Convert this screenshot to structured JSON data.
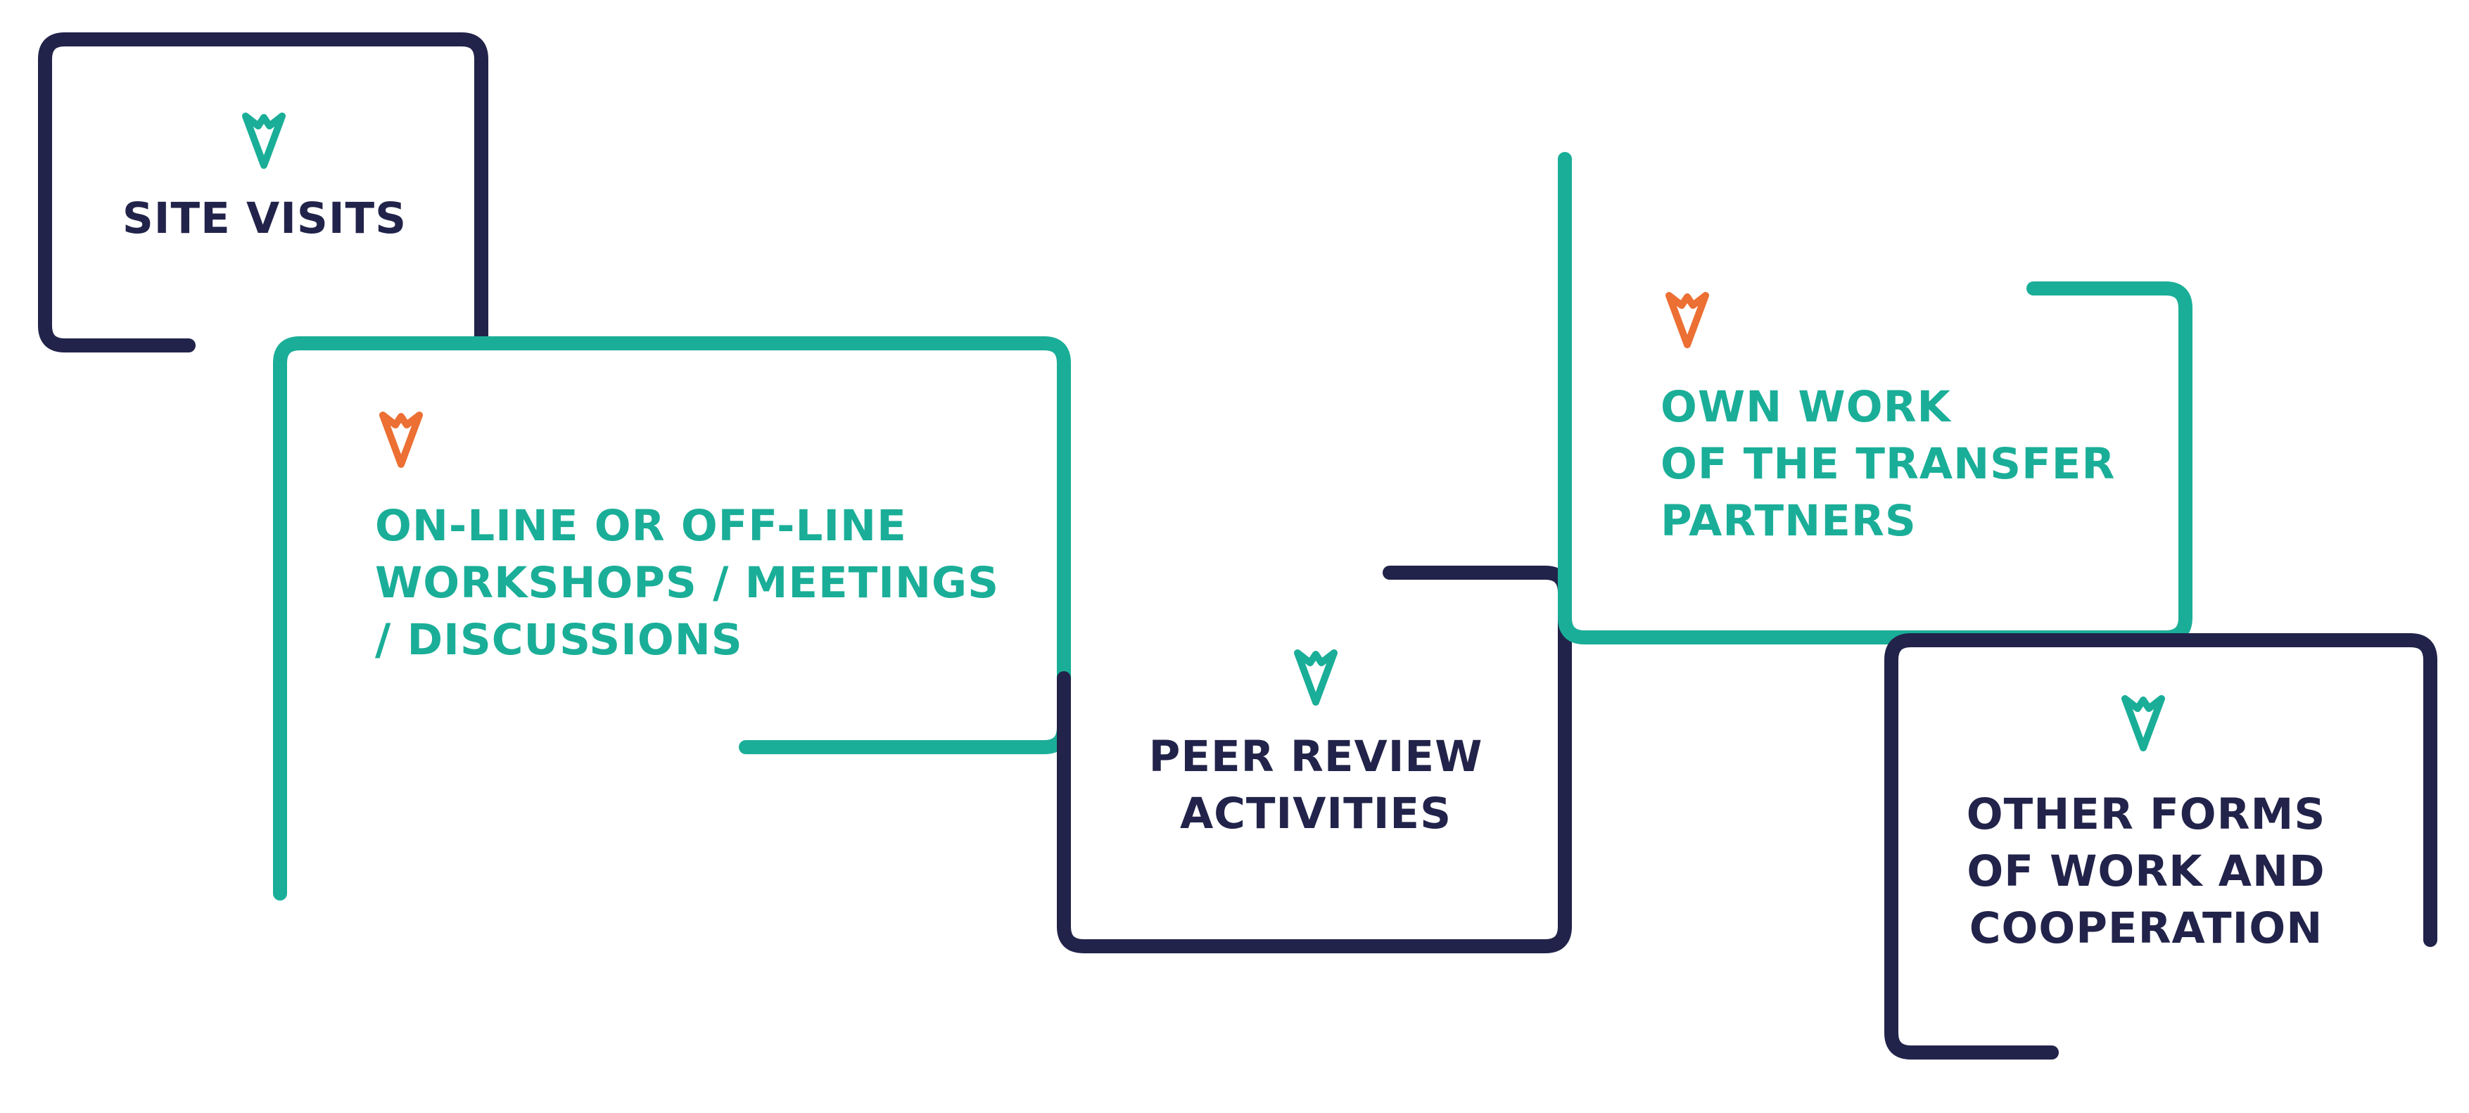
{
  "colors": {
    "navy": "#22234a",
    "teal": "#1aae98",
    "orange": "#ec6f33",
    "background": "#ffffff"
  },
  "boxes": [
    {
      "id": "site-visits",
      "lines": [
        "SITE VISITS"
      ],
      "border_color": "navy",
      "text_color": "navy",
      "icon": "arrowhead-pointer-icon",
      "icon_color": "teal"
    },
    {
      "id": "workshops",
      "lines": [
        "ON-LINE OR OFF-LINE",
        "WORKSHOPS / MEETINGS",
        "/ DISCUSSIONS"
      ],
      "border_color": "teal",
      "text_color": "teal",
      "icon": "arrowhead-pointer-icon",
      "icon_color": "orange"
    },
    {
      "id": "peer-review",
      "lines": [
        "PEER REVIEW",
        "ACTIVITIES"
      ],
      "border_color": "navy",
      "text_color": "navy",
      "icon": "arrowhead-pointer-icon",
      "icon_color": "teal"
    },
    {
      "id": "own-work",
      "lines": [
        "OWN WORK",
        "OF THE TRANSFER",
        "PARTNERS"
      ],
      "border_color": "teal",
      "text_color": "teal",
      "icon": "arrowhead-pointer-icon",
      "icon_color": "orange"
    },
    {
      "id": "other-forms",
      "lines": [
        "OTHER FORMS",
        "OF WORK AND",
        "COOPERATION"
      ],
      "border_color": "navy",
      "text_color": "navy",
      "icon": "arrowhead-pointer-icon",
      "icon_color": "teal"
    }
  ]
}
